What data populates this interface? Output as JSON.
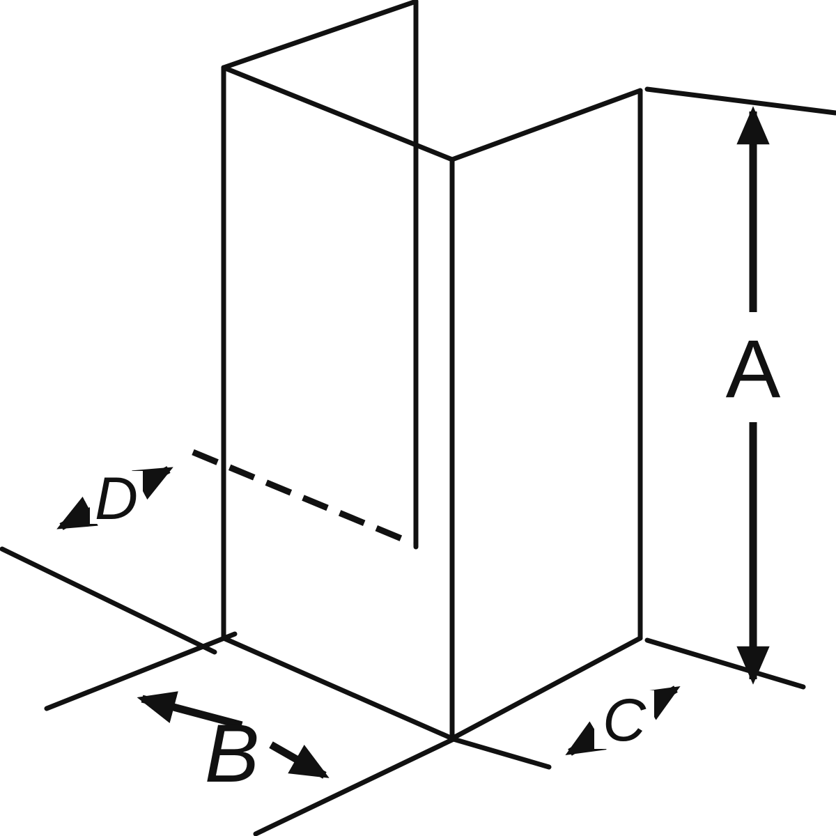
{
  "diagram": {
    "description": "isometric-line-drawing-of-u-shaped-corner-guard-with-dimension-arrows",
    "dimensions": {
      "height_label": "A",
      "width_label": "B",
      "right_return_label": "C",
      "left_return_label": "D"
    },
    "colors": {
      "line": "#111111",
      "background": "#ffffff"
    }
  }
}
